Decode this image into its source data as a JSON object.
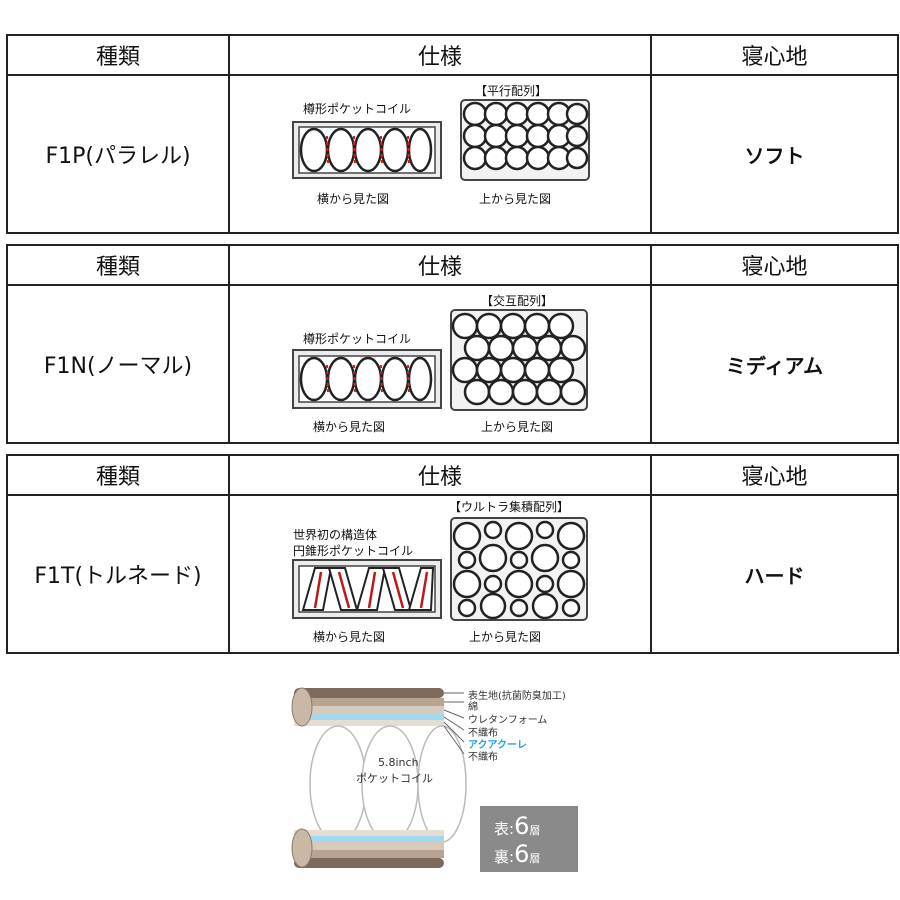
{
  "tables": [
    {
      "header": {
        "col_type": "種類",
        "col_spec": "仕様",
        "col_feel": "寝心地"
      },
      "type_label": "F1P(パラレル)",
      "coil_name": "樽形ポケットコイル",
      "side_caption": "横から見た図",
      "arrangement": "【平行配列】",
      "top_caption": "上から見た図",
      "feel": "ソフト"
    },
    {
      "header": {
        "col_type": "種類",
        "col_spec": "仕様",
        "col_feel": "寝心地"
      },
      "type_label": "F1N(ノーマル)",
      "coil_name": "樽形ポケットコイル",
      "side_caption": "横から見た図",
      "arrangement": "【交互配列】",
      "top_caption": "上から見た図",
      "feel": "ミディアム"
    },
    {
      "header": {
        "col_type": "種類",
        "col_spec": "仕様",
        "col_feel": "寝心地"
      },
      "type_label": "F1T(トルネード)",
      "coil_name_line1": "世界初の構造体",
      "coil_name_line2": "円錐形ポケットコイル",
      "side_caption": "横から見た図",
      "arrangement": "【ウルトラ集積配列】",
      "top_caption": "上から見た図",
      "feel": "ハード"
    }
  ],
  "layer_diagram": {
    "coil_size": "5.8inch",
    "coil_name": "ポケットコイル",
    "layers": [
      "表生地(抗菌防臭加工)",
      "綿",
      "ウレタンフォーム",
      "不織布",
      "アクアクーレ",
      "不織布"
    ],
    "highlight_color": "#1fa3e0",
    "front_label": "表:",
    "front_count": "6",
    "back_label": "裏:",
    "back_count": "6",
    "unit": "層"
  }
}
